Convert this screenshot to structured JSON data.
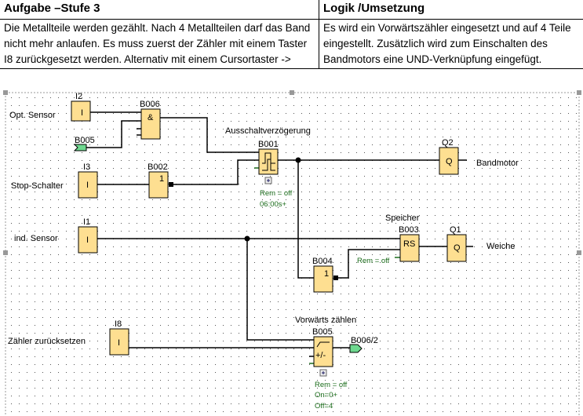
{
  "table": {
    "headers": [
      "Aufgabe –Stufe 3",
      "Logik /Umsetzung"
    ],
    "task": "Die Metallteile werden gezählt. Nach 4 Metallteilen darf das Band nicht mehr anlaufen. Es muss zuerst der Zähler mit einem Taster I8 zurückgesetzt werden. Alternativ mit einem Cursortaster ->",
    "logic": "Es wird ein Vorwärtszähler eingesetzt und auf 4 Teile eingestellt. Zusätzlich wird zum Einschalten des Bandmotors eine UND-Verknüpfung eingefügt."
  },
  "diagram": {
    "labels": {
      "opt_sensor": "Opt. Sensor",
      "stop_schalter": "Stop-Schalter",
      "ind_sensor": "ind. Sensor",
      "zaehler_reset": "Zähler zurücksetzen",
      "ausschalt": "Ausschaltverzögerung",
      "bandmotor": "Bandmotor",
      "speicher": "Speicher",
      "weiche": "Weiche",
      "vorwaerts": "Vorwärts zählen"
    },
    "blocks": {
      "i2": {
        "name": "I2",
        "symbol": "I"
      },
      "i3": {
        "name": "I3",
        "symbol": "I"
      },
      "i1": {
        "name": "I1",
        "symbol": "I"
      },
      "i8": {
        "name": "I8",
        "symbol": "I"
      },
      "b006": {
        "name": "B006",
        "symbol": "&"
      },
      "b002": {
        "name": "B002",
        "symbol": "1"
      },
      "b001": {
        "name": "B001",
        "params": [
          "Rem = off",
          "06:00s+"
        ]
      },
      "q2": {
        "name": "Q2",
        "symbol": "Q"
      },
      "b003": {
        "name": "B003",
        "symbol": "RS",
        "params": [
          "Rem = off"
        ]
      },
      "q1": {
        "name": "Q1",
        "symbol": "Q"
      },
      "b004": {
        "name": "B004",
        "symbol": "1"
      },
      "b005": {
        "name": "B005",
        "symbol": "+/-",
        "params": [
          "Rem = off",
          "On=0+",
          "Off=4"
        ]
      }
    },
    "connectors": {
      "in": "B005",
      "out": "B006/2"
    },
    "colors": {
      "block": "#fedf91",
      "connector": "#6ed88f",
      "params": "#1a6b1a"
    }
  }
}
